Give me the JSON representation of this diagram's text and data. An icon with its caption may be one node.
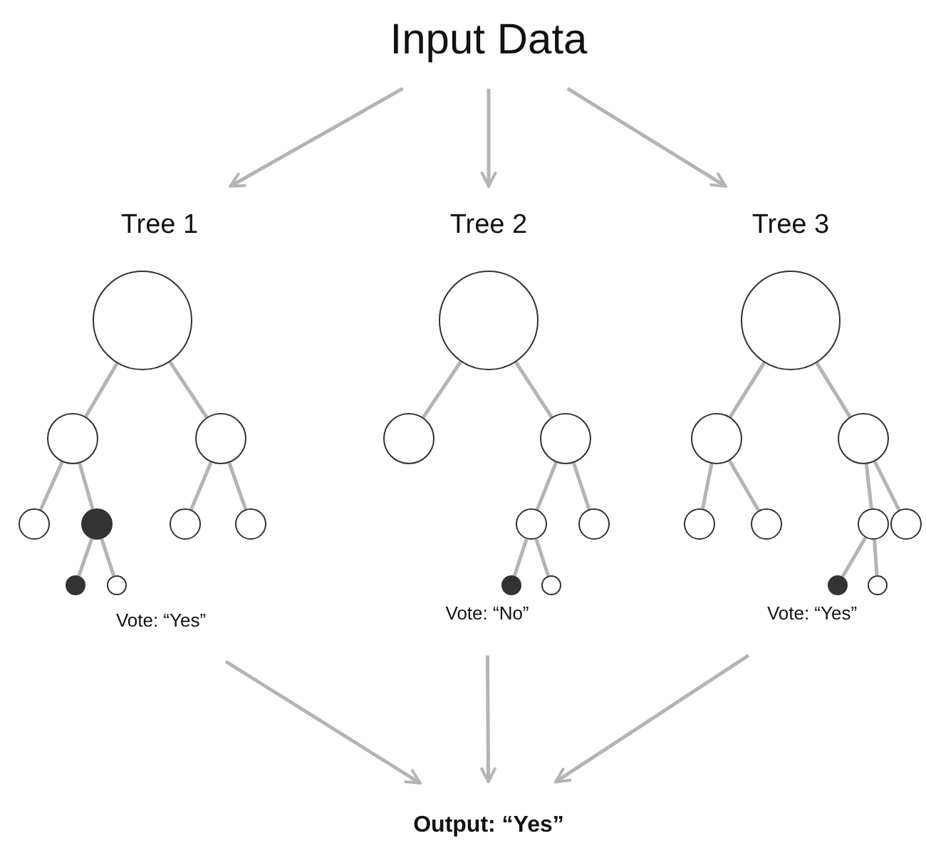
{
  "diagram": {
    "nodes": [
      {
        "text": [
          "Input Data"
        ]
      },
      {
        "text": [
          "Tree 1"
        ]
      },
      {
        "text": [],
        "shape": "circle"
      },
      {
        "text": [],
        "shape": "circle"
      },
      {
        "text": [],
        "shape": "circle"
      },
      {
        "text": [],
        "shape": "circle"
      },
      {
        "text": [],
        "shape": "circle"
      },
      {
        "text": [],
        "shape": "circle"
      },
      {
        "text": [],
        "shape": "circle"
      },
      {
        "text": [],
        "shape": "circle"
      },
      {
        "text": [],
        "shape": "circle"
      },
      {
        "text": [
          "Vote: “Yes”"
        ]
      },
      {
        "text": [
          "Tree 2"
        ]
      },
      {
        "text": [],
        "shape": "circle"
      },
      {
        "text": [],
        "shape": "circle"
      },
      {
        "text": [],
        "shape": "circle"
      },
      {
        "text": [],
        "shape": "circle"
      },
      {
        "text": [],
        "shape": "circle"
      },
      {
        "text": [],
        "shape": "circle"
      },
      {
        "text": [],
        "shape": "circle"
      },
      {
        "text": [
          "Vote: “No”"
        ]
      },
      {
        "text": [
          "Tree 3"
        ]
      },
      {
        "text": [],
        "shape": "circle"
      },
      {
        "text": [],
        "shape": "circle"
      },
      {
        "text": [],
        "shape": "circle"
      },
      {
        "text": [],
        "shape": "circle"
      },
      {
        "text": [],
        "shape": "circle"
      },
      {
        "text": [],
        "shape": "circle"
      },
      {
        "text": [],
        "shape": "circle"
      },
      {
        "text": [],
        "shape": "circle"
      },
      {
        "text": [],
        "shape": "circle"
      },
      {
        "text": [
          "Vote: “Yes”"
        ]
      },
      {
        "text": [
          "Output: “Yes”"
        ]
      }
    ],
    "edges": [
      {
        "from": 0,
        "to": 1,
        "arrow": "to"
      },
      {
        "from": 0,
        "to": 12,
        "arrow": "to"
      },
      {
        "from": 0,
        "to": 21,
        "arrow": "to"
      },
      {
        "from": 2,
        "to": 3,
        "arrow": "none"
      },
      {
        "from": 2,
        "to": 4,
        "arrow": "none"
      },
      {
        "from": 3,
        "to": 5,
        "arrow": "none"
      },
      {
        "from": 3,
        "to": 6,
        "arrow": "none"
      },
      {
        "from": 6,
        "to": 7,
        "arrow": "none"
      },
      {
        "from": 6,
        "to": 8,
        "arrow": "none"
      },
      {
        "from": 4,
        "to": 9,
        "arrow": "none"
      },
      {
        "from": 4,
        "to": 10,
        "arrow": "none"
      },
      {
        "from": 13,
        "to": 14,
        "arrow": "none"
      },
      {
        "from": 13,
        "to": 15,
        "arrow": "none"
      },
      {
        "from": 15,
        "to": 16,
        "arrow": "none"
      },
      {
        "from": 15,
        "to": 19,
        "arrow": "none"
      },
      {
        "from": 16,
        "to": 17,
        "arrow": "none"
      },
      {
        "from": 16,
        "to": 18,
        "arrow": "none"
      },
      {
        "from": 22,
        "to": 23,
        "arrow": "none"
      },
      {
        "from": 22,
        "to": 26,
        "arrow": "none"
      },
      {
        "from": 23,
        "to": 24,
        "arrow": "none"
      },
      {
        "from": 23,
        "to": 25,
        "arrow": "none"
      },
      {
        "from": 26,
        "to": 27,
        "arrow": "none"
      },
      {
        "from": 26,
        "to": 30,
        "arrow": "none"
      },
      {
        "from": 27,
        "to": 28,
        "arrow": "none"
      },
      {
        "from": 27,
        "to": 29,
        "arrow": "none"
      },
      {
        "from": 11,
        "to": 32,
        "arrow": "to"
      },
      {
        "from": 20,
        "to": 32,
        "arrow": "to"
      },
      {
        "from": 31,
        "to": 32,
        "arrow": "to"
      }
    ]
  }
}
